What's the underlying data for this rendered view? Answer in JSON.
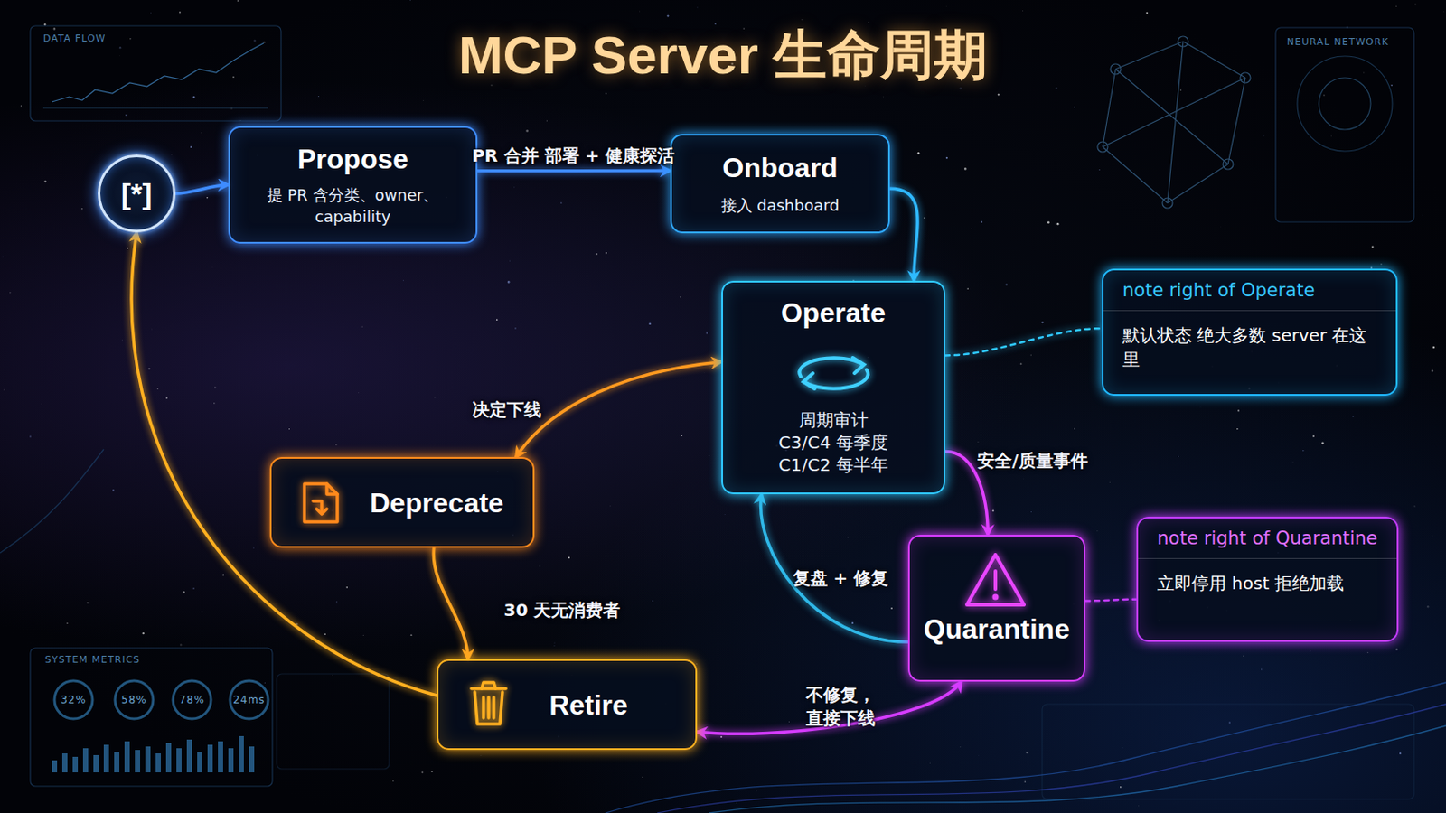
{
  "diagram": {
    "title": "MCP Server 生命周期",
    "nodes": [
      {
        "text": [
          "[*]"
        ]
      },
      {
        "text": [
          "Propose",
          "提 PR 含分类、owner、capability"
        ]
      },
      {
        "text": [
          "Onboard",
          "接入 dashboard"
        ]
      },
      {
        "text": [
          "Operate",
          "周期审计 C3/C4 每季度 C1/C2 每半年"
        ]
      },
      {
        "text": [
          "note right of Operate",
          "默认状态 绝大多数 server 在这里"
        ]
      },
      {
        "text": [
          "Deprecate"
        ]
      },
      {
        "text": [
          "Quarantine"
        ]
      },
      {
        "text": [
          "note right of Quarantine",
          "立即停用 host 拒绝加载"
        ]
      },
      {
        "text": [
          "Retire"
        ]
      }
    ],
    "edges": [
      {
        "from": 0,
        "to": 1,
        "arrow": "to"
      },
      {
        "from": 1,
        "to": 2,
        "label": "PR 合并 部署 + 健康探活",
        "arrow": "to"
      },
      {
        "from": 2,
        "to": 3,
        "arrow": "to"
      },
      {
        "from": 3,
        "to": 4,
        "arrow": "none"
      },
      {
        "from": 3,
        "to": 5,
        "label": "决定下线",
        "arrow": "both"
      },
      {
        "from": 3,
        "to": 6,
        "label": "安全/质量事件",
        "arrow": "to"
      },
      {
        "from": 6,
        "to": 3,
        "label": "复盘 + 修复",
        "arrow": "to"
      },
      {
        "from": 6,
        "to": 7,
        "arrow": "none"
      },
      {
        "from": 5,
        "to": 8,
        "label": "30 天无消费者",
        "arrow": "to"
      },
      {
        "from": 6,
        "to": 8,
        "label": "不修复， 直接下线",
        "arrow": "both"
      },
      {
        "from": 8,
        "to": 0,
        "arrow": "to"
      }
    ],
    "labels": [
      "DATA FLOW",
      "NEURAL NETWORK",
      "SYSTEM METRICS",
      "32%",
      "58%",
      "78%",
      "24ms"
    ]
  }
}
